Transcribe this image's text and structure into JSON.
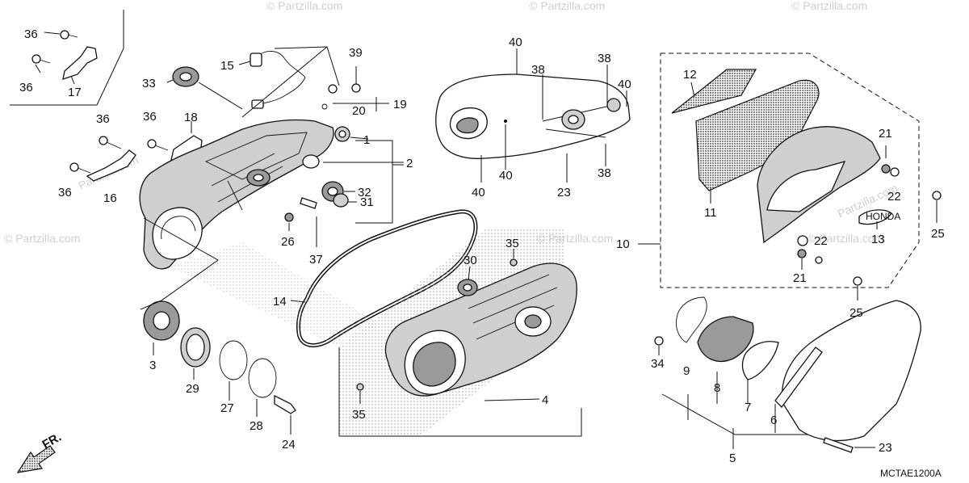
{
  "diagram_code": "MCTAE1200A",
  "direction_label": "FR.",
  "watermark": "© Partzilla.com",
  "watermark_short": "Partzilla.com",
  "emblem_text": "HONDA",
  "callouts": {
    "c1": "1",
    "c2": "2",
    "c3": "3",
    "c4": "4",
    "c5": "5",
    "c6": "6",
    "c7": "7",
    "c8": "8",
    "c9": "9",
    "c10": "10",
    "c11": "11",
    "c12": "12",
    "c13": "13",
    "c14": "14",
    "c15": "15",
    "c16": "16",
    "c17": "17",
    "c18": "18",
    "c19": "19",
    "c20": "20",
    "c21a": "21",
    "c21b": "21",
    "c22a": "22",
    "c22b": "22",
    "c23a": "23",
    "c23b": "23",
    "c24": "24",
    "c25a": "25",
    "c25b": "25",
    "c26": "26",
    "c27": "27",
    "c28": "28",
    "c29": "29",
    "c30": "30",
    "c31": "31",
    "c32": "32",
    "c33": "33",
    "c34": "34",
    "c35a": "35",
    "c35b": "35",
    "c36a": "36",
    "c36b": "36",
    "c36c": "36",
    "c36d": "36",
    "c36e": "36",
    "c37": "37",
    "c38a": "38",
    "c38b": "38",
    "c38c": "38",
    "c39": "39",
    "c40a": "40",
    "c40b": "40",
    "c40c": "40",
    "c40d": "40"
  },
  "colors": {
    "line": "#111111",
    "dots": "#b5b5b5",
    "watermark": "#cfcfcf"
  }
}
